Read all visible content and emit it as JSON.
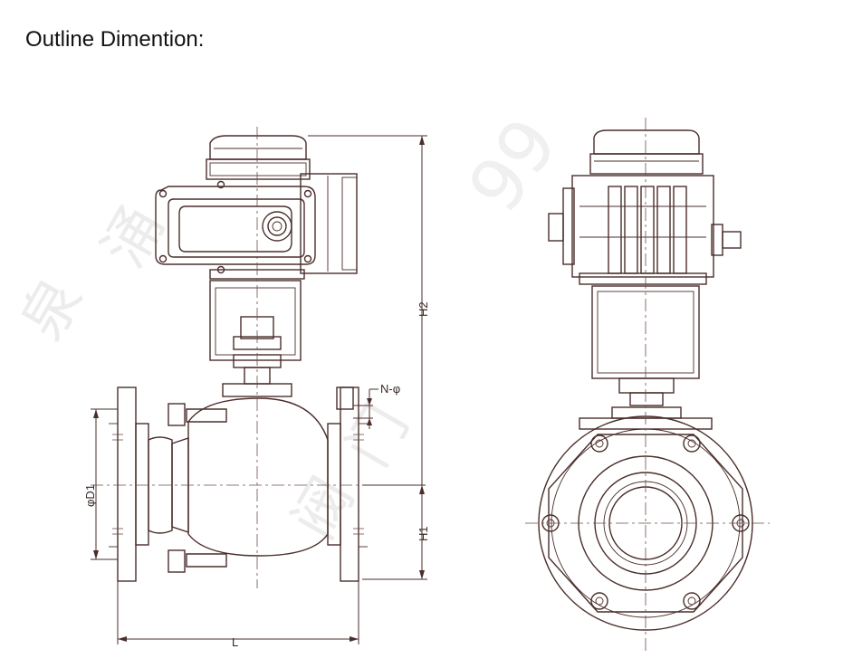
{
  "title": "Outline Dimention:",
  "dimensions": {
    "height_total": "H2",
    "height_center": "H1",
    "length": "L",
    "bore_diameter": "φD1",
    "bolt_holes": "N-φ"
  },
  "watermark": {
    "chars": [
      "泉",
      "涌",
      "阀",
      "门"
    ],
    "digits": "99"
  },
  "colors": {
    "line": "#4a2e2a",
    "text": "#111111",
    "watermark": "#ececec"
  }
}
